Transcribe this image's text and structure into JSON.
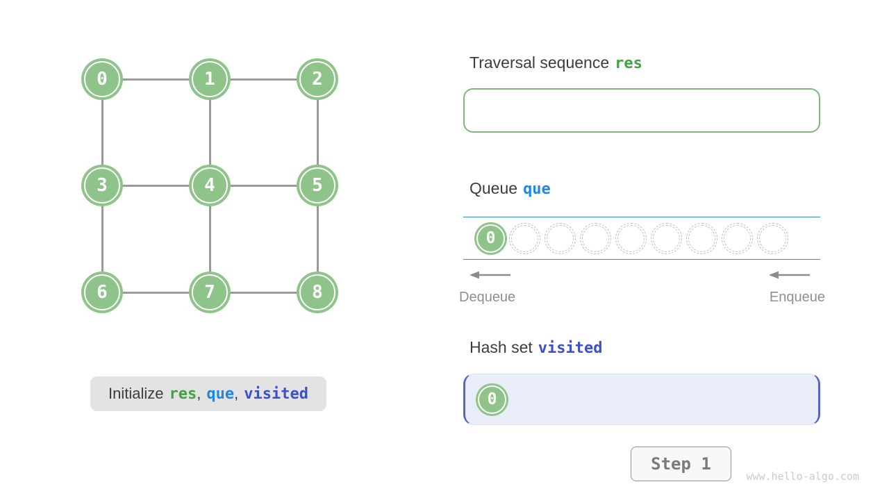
{
  "graph": {
    "nodes": [
      "0",
      "1",
      "2",
      "3",
      "4",
      "5",
      "6",
      "7",
      "8"
    ]
  },
  "caption": {
    "text": "Initialize",
    "var1": "res",
    "sep1": ",",
    "var2": "que",
    "sep2": ",",
    "var3": "visited"
  },
  "res_panel": {
    "title": "Traversal sequence",
    "var": "res",
    "items": []
  },
  "queue_panel": {
    "title": "Queue",
    "var": "que",
    "cells": [
      "0",
      null,
      null,
      null,
      null,
      null,
      null,
      null,
      null
    ],
    "dequeue_label": "Dequeue",
    "enqueue_label": "Enqueue"
  },
  "visited_panel": {
    "title": "Hash set",
    "var": "visited",
    "items": [
      "0"
    ]
  },
  "step_button": {
    "label": "Step 1"
  },
  "watermark": "www.hello-algo.com",
  "colors": {
    "node_green": "#8ec48a",
    "res_green": "#43a047",
    "que_blue": "#1e88e5",
    "visited_indigo": "#3e50c8",
    "queue_line_blue": "#2e86e0",
    "res_box_border": "#7cb87c",
    "visited_box_border": "#5565c8",
    "edge_gray": "#9a9a9a"
  }
}
